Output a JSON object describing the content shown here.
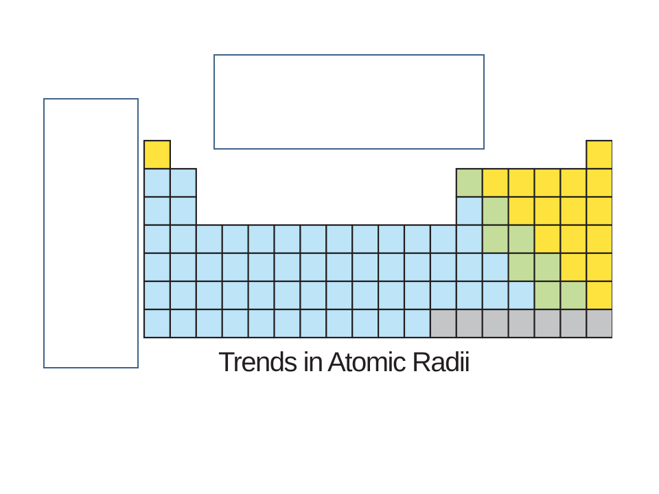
{
  "diagram": {
    "caption": "Trends in Atomic Radii",
    "colors": {
      "cell_border": "#231f20",
      "box_border": "#3f6288",
      "blue": "#bde4f7",
      "yellow": "#fee33e",
      "green": "#c5dd9a",
      "gray": "#c4c5c7"
    },
    "rows": [
      [
        "yellow",
        "",
        "",
        "",
        "",
        "",
        "",
        "",
        "",
        "",
        "",
        "",
        "",
        "",
        "",
        "",
        "",
        "yellow"
      ],
      [
        "blue",
        "blue",
        "",
        "",
        "",
        "",
        "",
        "",
        "",
        "",
        "",
        "",
        "green",
        "yellow",
        "yellow",
        "yellow",
        "yellow",
        "yellow"
      ],
      [
        "blue",
        "blue",
        "",
        "",
        "",
        "",
        "",
        "",
        "",
        "",
        "",
        "",
        "blue",
        "green",
        "yellow",
        "yellow",
        "yellow",
        "yellow"
      ],
      [
        "blue",
        "blue",
        "blue",
        "blue",
        "blue",
        "blue",
        "blue",
        "blue",
        "blue",
        "blue",
        "blue",
        "blue",
        "blue",
        "green",
        "green",
        "yellow",
        "yellow",
        "yellow"
      ],
      [
        "blue",
        "blue",
        "blue",
        "blue",
        "blue",
        "blue",
        "blue",
        "blue",
        "blue",
        "blue",
        "blue",
        "blue",
        "blue",
        "blue",
        "green",
        "green",
        "yellow",
        "yellow"
      ],
      [
        "blue",
        "blue",
        "blue",
        "blue",
        "blue",
        "blue",
        "blue",
        "blue",
        "blue",
        "blue",
        "blue",
        "blue",
        "blue",
        "blue",
        "blue",
        "green",
        "green",
        "yellow"
      ],
      [
        "blue",
        "blue",
        "blue",
        "blue",
        "blue",
        "blue",
        "blue",
        "blue",
        "blue",
        "blue",
        "blue",
        "gray",
        "gray",
        "gray",
        "gray",
        "gray",
        "gray",
        "gray"
      ]
    ]
  }
}
